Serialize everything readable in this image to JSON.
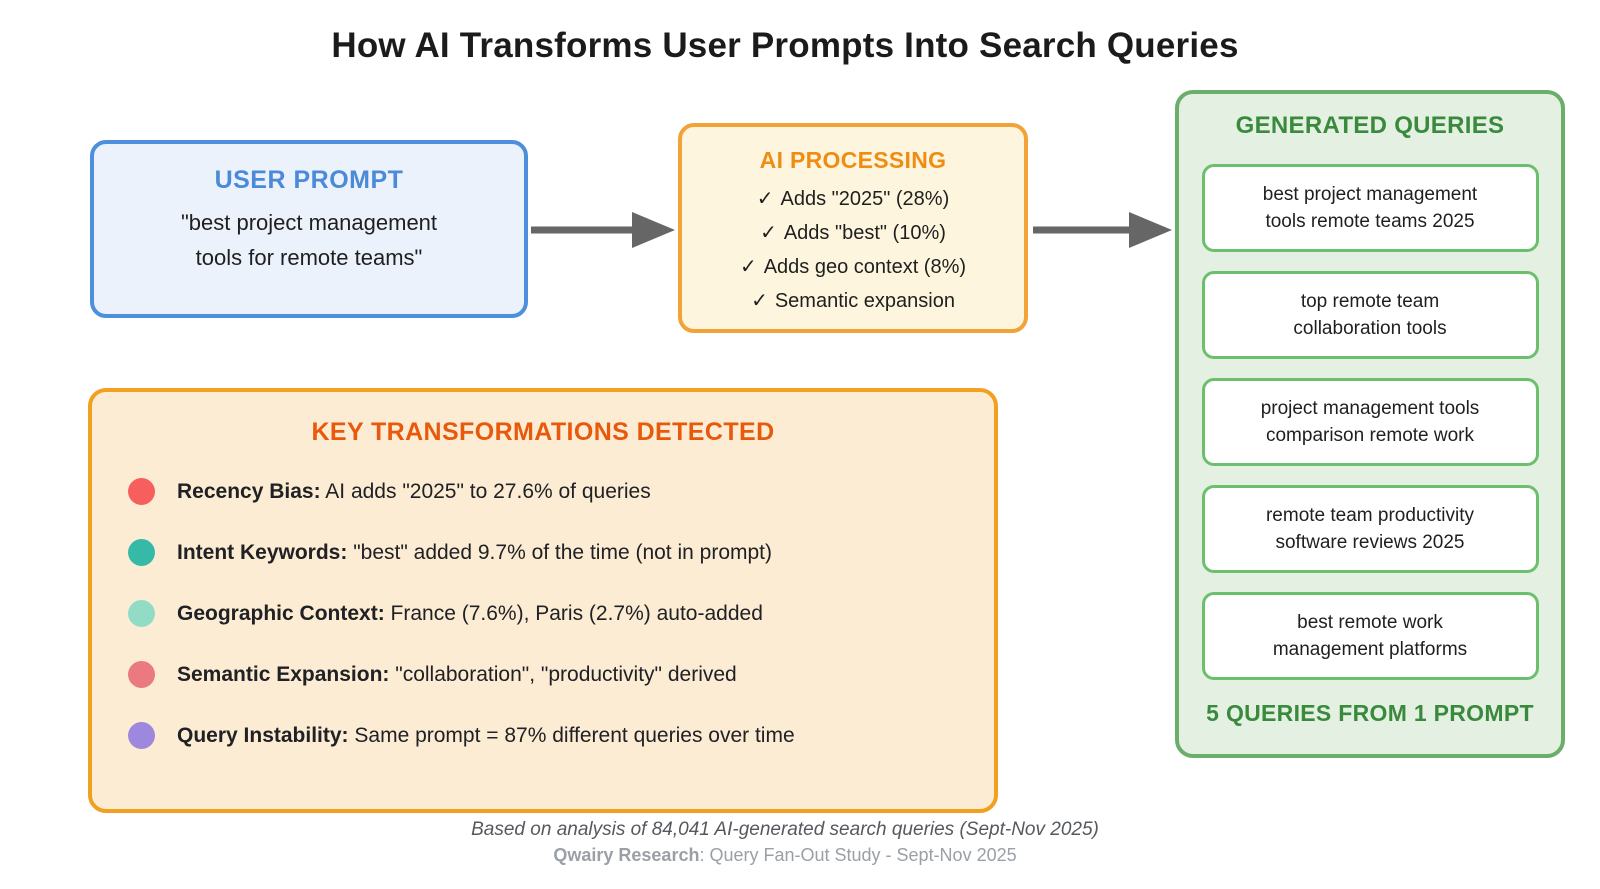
{
  "title": "How AI Transforms User Prompts Into Search Queries",
  "user_prompt": {
    "heading": "USER PROMPT",
    "text": "\"best project management tools for remote teams\""
  },
  "ai_processing": {
    "heading": "AI PROCESSING",
    "check_icon": "✓",
    "items": [
      "Adds \"2025\" (28%)",
      "Adds \"best\" (10%)",
      "Adds geo context (8%)",
      "Semantic expansion"
    ]
  },
  "generated_queries": {
    "heading": "GENERATED QUERIES",
    "queries": [
      "best project management tools remote teams 2025",
      "top remote team collaboration tools",
      "project management tools comparison remote work",
      "remote team productivity software reviews 2025",
      "best remote work management platforms"
    ],
    "summary": "5 QUERIES FROM 1 PROMPT"
  },
  "key_transformations": {
    "heading": "KEY TRANSFORMATIONS DETECTED",
    "items": [
      {
        "label": "Recency Bias:",
        "text": "AI adds \"2025\" to 27.6% of queries",
        "dot_color": "#f75f5f"
      },
      {
        "label": "Intent Keywords:",
        "text": "\"best\" added 9.7% of the time (not in prompt)",
        "dot_color": "#37b9a8"
      },
      {
        "label": "Geographic Context:",
        "text": "France (7.6%), Paris (2.7%) auto-added",
        "dot_color": "#92dcc6"
      },
      {
        "label": "Semantic Expansion:",
        "text": "\"collaboration\", \"productivity\" derived",
        "dot_color": "#ea7a80"
      },
      {
        "label": "Query Instability:",
        "text": "Same prompt = 87% different queries over time",
        "dot_color": "#9e88dd"
      }
    ]
  },
  "footer": {
    "line1": "Based on analysis of 84,041 AI-generated search queries (Sept-Nov 2025)",
    "line2_bold": "Qwairy Research",
    "line2_rest": ": Query Fan-Out Study - Sept-Nov 2025"
  },
  "colors": {
    "user_prompt_border": "#4e8fdd",
    "user_prompt_fill": "#ecf2fc",
    "ai_border": "#f2a338",
    "ai_fill": "#fdf5dd",
    "ai_heading": "#ef8d13",
    "green_border": "#6aae6a",
    "green_fill": "#e4f0e1",
    "green_heading": "#3a8a3d",
    "key_border": "#f2a020",
    "key_fill": "#fcecd4",
    "key_heading": "#e8590c",
    "arrow": "#666666"
  }
}
